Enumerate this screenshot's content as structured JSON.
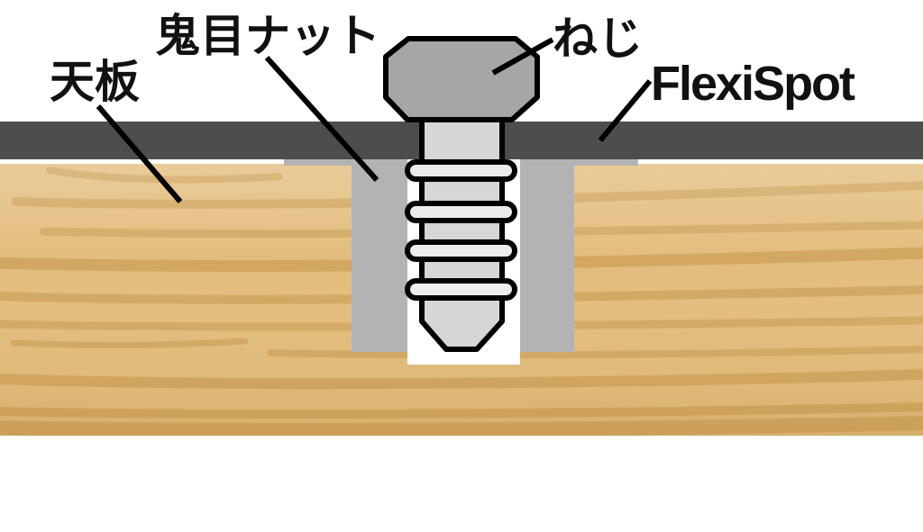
{
  "diagram": {
    "description": "Cross-section diagram of a screw fastened through a FlexiSpot desk frame bar into an insert nut embedded in a wooden tabletop",
    "labels": {
      "tabletop": {
        "text": "天板"
      },
      "insert_nut": {
        "text": "鬼目ナット"
      },
      "screw": {
        "text": "ねじ"
      },
      "frame": {
        "text": "FlexiSpot"
      }
    },
    "colors": {
      "background": "#ffffff",
      "label_text": "#111111",
      "outline": "#000000",
      "frame_bar": "#4d4d4d",
      "nut_gray": "#b3b3b3",
      "bolt_head": "#a6a6a6",
      "screw_shaft": "#d6d6d6",
      "thread_ring": "#ececec",
      "hole_white": "#ffffff",
      "wood_base": "#e3bd7e",
      "wood_grain_dark": "#c9994f",
      "wood_bottom_shade": "#cf9f55"
    }
  }
}
